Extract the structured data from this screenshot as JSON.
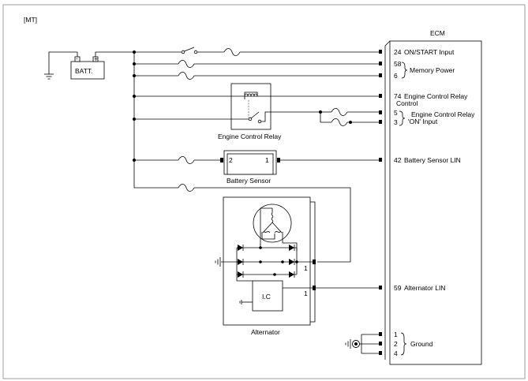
{
  "diagram": {
    "variant": "[MT]",
    "ecm": {
      "title": "ECM",
      "pins": [
        {
          "num": "24",
          "label": "ON/START Input"
        },
        {
          "num": "58",
          "label": ""
        },
        {
          "num": "6",
          "label": ""
        },
        {
          "num": "74",
          "label": "Engine Control Relay"
        },
        {
          "num": "5",
          "label": ""
        },
        {
          "num": "3",
          "label": ""
        },
        {
          "num": "42",
          "label": "Battery Sensor LIN"
        },
        {
          "num": "59",
          "label": "Alternator LIN"
        },
        {
          "num": "1",
          "label": ""
        },
        {
          "num": "2",
          "label": ""
        },
        {
          "num": "4",
          "label": ""
        }
      ],
      "labels": {
        "memory_power": "Memory Power",
        "relay_control_line2": "Control",
        "relay_on_line1": "Engine Control Relay",
        "relay_on_line2": "'ON' Input",
        "ground": "Ground"
      }
    },
    "battery": {
      "label": "BATT."
    },
    "relay": {
      "label": "Engine Control Relay"
    },
    "battery_sensor": {
      "label": "Battery Sensor",
      "pin_left": "2",
      "pin_right": "1"
    },
    "alternator": {
      "label": "Alternator",
      "ic_label": "I.C",
      "pin_top": "1",
      "pin_bottom": "1"
    }
  }
}
